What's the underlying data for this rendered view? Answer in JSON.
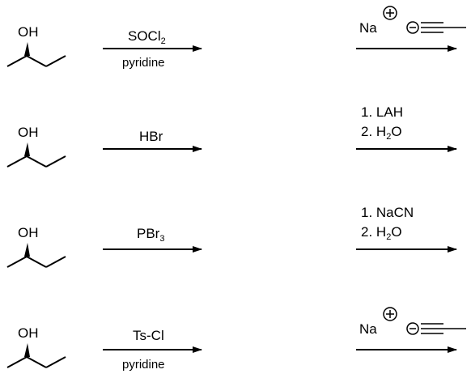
{
  "rows": [
    {
      "substrate": {
        "label": "OH",
        "stereo": "wedge"
      },
      "step1": {
        "above": "SOCl",
        "above_sub": "2",
        "below": "pyridine"
      },
      "step2": {
        "type": "acetylide",
        "cation": "Na",
        "cation_charge": "⊕",
        "anion_charge": "⊖"
      }
    },
    {
      "substrate": {
        "label": "OH",
        "stereo": "wedge"
      },
      "step1": {
        "above": "HBr",
        "below": ""
      },
      "step2": {
        "type": "two_steps",
        "line1": "1. LAH",
        "line2_pre": "2. H",
        "line2_sub": "2",
        "line2_post": "O"
      }
    },
    {
      "substrate": {
        "label": "OH",
        "stereo": "wedge"
      },
      "step1": {
        "above": "PBr",
        "above_sub": "3",
        "below": ""
      },
      "step2": {
        "type": "two_steps",
        "line1": "1. NaCN",
        "line2_pre": "2. H",
        "line2_sub": "2",
        "line2_post": "O"
      }
    },
    {
      "substrate": {
        "label": "OH",
        "stereo": "wedge"
      },
      "step1": {
        "above": "Ts-Cl",
        "below": "pyridine"
      },
      "step2": {
        "type": "acetylide",
        "cation": "Na",
        "cation_charge": "⊕",
        "anion_charge": "⊖"
      }
    }
  ]
}
